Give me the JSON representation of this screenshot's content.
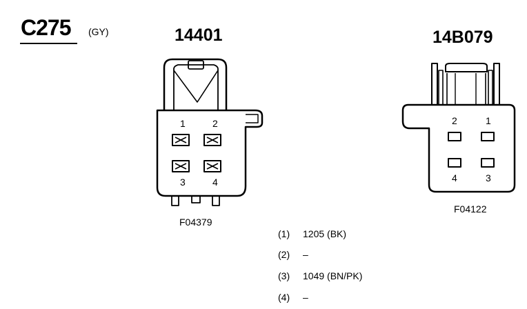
{
  "connector": {
    "id": "C275",
    "color": "(GY)"
  },
  "left_connector": {
    "part_number": "14401",
    "figure_code": "F04379",
    "pins": {
      "p1": "1",
      "p2": "2",
      "p3": "3",
      "p4": "4"
    }
  },
  "right_connector": {
    "part_number": "14B079",
    "figure_code": "F04122",
    "pins": {
      "p1": "1",
      "p2": "2",
      "p3": "3",
      "p4": "4"
    }
  },
  "pinout": [
    {
      "pin": "(1)",
      "circuit": "1205 (BK)"
    },
    {
      "pin": "(2)",
      "circuit": "–"
    },
    {
      "pin": "(3)",
      "circuit": "1049 (BN/PK)"
    },
    {
      "pin": "(4)",
      "circuit": "–"
    }
  ]
}
